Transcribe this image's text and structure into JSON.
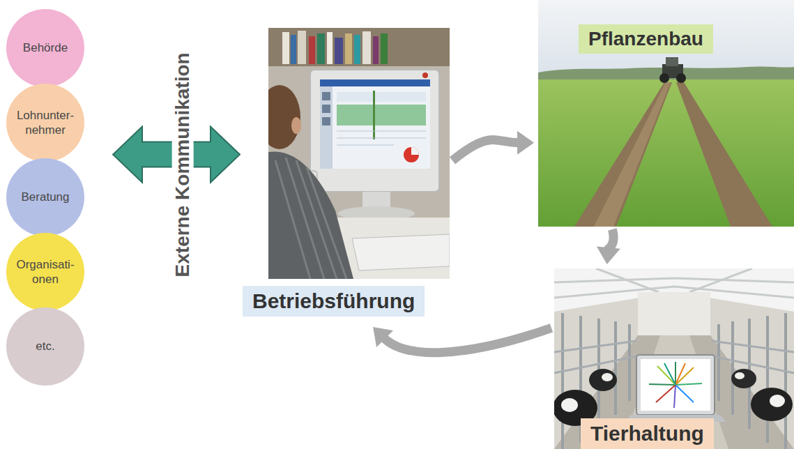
{
  "diagram": {
    "nodes": [
      {
        "text": [
          "Behörde"
        ]
      },
      {
        "text": [
          "Lohnunter- nehmer"
        ]
      },
      {
        "text": [
          "Beratung"
        ]
      },
      {
        "text": [
          "Organisati- onen"
        ]
      },
      {
        "text": [
          "etc."
        ]
      },
      {
        "text": [
          "Betriebsführung"
        ]
      },
      {
        "text": [
          "Pflanzenbau"
        ]
      },
      {
        "text": [
          "Tierhaltung"
        ]
      }
    ],
    "edges": [
      {
        "from": 1,
        "to": 5,
        "arrow": "both"
      },
      {
        "from": 5,
        "to": 6,
        "arrow": "to"
      },
      {
        "from": 6,
        "to": 7,
        "arrow": "to"
      },
      {
        "from": 7,
        "to": 5,
        "arrow": "to"
      }
    ],
    "labels": [
      "Externe Kommunikation"
    ]
  }
}
